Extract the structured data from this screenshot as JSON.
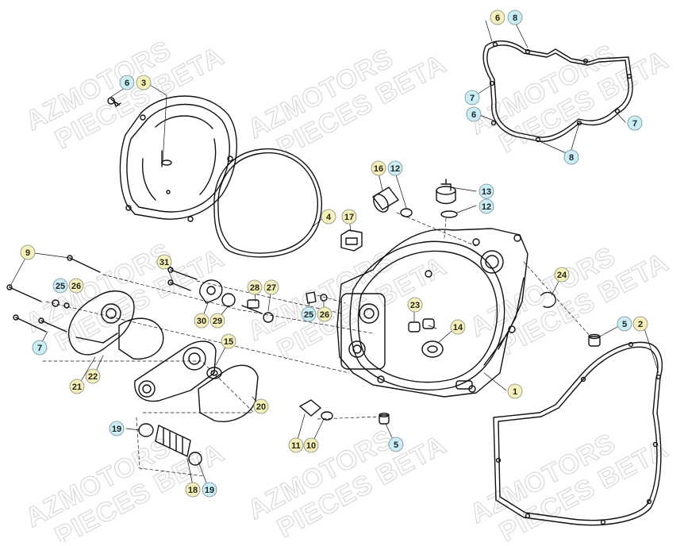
{
  "watermark": {
    "line1": "AZMOTORS",
    "line2": "PIECES BETA"
  },
  "colors": {
    "yellow_badge": "#f7f0b4",
    "blue_badge": "#c8eef8",
    "outline": "#111111",
    "watermark": "#d9d9d9"
  },
  "callouts": [
    {
      "id": "c1",
      "label": "6",
      "color": "blue"
    },
    {
      "id": "c2",
      "label": "3",
      "color": "yellow"
    },
    {
      "id": "c3",
      "label": "6",
      "color": "yellow"
    },
    {
      "id": "c4",
      "label": "8",
      "color": "blue"
    },
    {
      "id": "c5",
      "label": "7",
      "color": "blue"
    },
    {
      "id": "c6",
      "label": "6",
      "color": "blue"
    },
    {
      "id": "c7",
      "label": "7",
      "color": "blue"
    },
    {
      "id": "c8",
      "label": "8",
      "color": "blue"
    },
    {
      "id": "c9",
      "label": "16",
      "color": "yellow"
    },
    {
      "id": "c10",
      "label": "12",
      "color": "blue"
    },
    {
      "id": "c11",
      "label": "13",
      "color": "blue"
    },
    {
      "id": "c12",
      "label": "12",
      "color": "blue"
    },
    {
      "id": "c13",
      "label": "4",
      "color": "yellow"
    },
    {
      "id": "c14",
      "label": "17",
      "color": "yellow"
    },
    {
      "id": "c15",
      "label": "9",
      "color": "yellow"
    },
    {
      "id": "c16",
      "label": "31",
      "color": "yellow"
    },
    {
      "id": "c17",
      "label": "24",
      "color": "yellow"
    },
    {
      "id": "c18",
      "label": "25",
      "color": "blue"
    },
    {
      "id": "c19",
      "label": "26",
      "color": "yellow"
    },
    {
      "id": "c20",
      "label": "28",
      "color": "yellow"
    },
    {
      "id": "c21",
      "label": "27",
      "color": "yellow"
    },
    {
      "id": "c22",
      "label": "23",
      "color": "yellow"
    },
    {
      "id": "c23",
      "label": "30",
      "color": "yellow"
    },
    {
      "id": "c24",
      "label": "29",
      "color": "yellow"
    },
    {
      "id": "c25",
      "label": "25",
      "color": "blue"
    },
    {
      "id": "c26",
      "label": "26",
      "color": "yellow"
    },
    {
      "id": "c27",
      "label": "5",
      "color": "blue"
    },
    {
      "id": "c28",
      "label": "2",
      "color": "yellow"
    },
    {
      "id": "c29",
      "label": "14",
      "color": "yellow"
    },
    {
      "id": "c30",
      "label": "7",
      "color": "blue"
    },
    {
      "id": "c31",
      "label": "15",
      "color": "yellow"
    },
    {
      "id": "c32",
      "label": "22",
      "color": "yellow"
    },
    {
      "id": "c33",
      "label": "21",
      "color": "yellow"
    },
    {
      "id": "c34",
      "label": "1",
      "color": "yellow"
    },
    {
      "id": "c35",
      "label": "20",
      "color": "yellow"
    },
    {
      "id": "c36",
      "label": "19",
      "color": "blue"
    },
    {
      "id": "c37",
      "label": "11",
      "color": "yellow"
    },
    {
      "id": "c38",
      "label": "10",
      "color": "yellow"
    },
    {
      "id": "c39",
      "label": "5",
      "color": "blue"
    },
    {
      "id": "c40",
      "label": "18",
      "color": "yellow"
    },
    {
      "id": "c41",
      "label": "19",
      "color": "blue"
    }
  ]
}
